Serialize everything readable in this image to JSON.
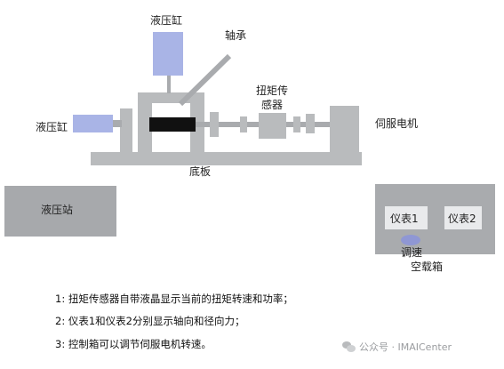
{
  "labels": {
    "cylinder_top": "液压缸",
    "bearing": "轴承",
    "torque_sensor_line1": "扭矩传",
    "torque_sensor_line2": "感器",
    "cylinder_left": "液压缸",
    "servo_motor": "伺服电机",
    "base_plate": "底板",
    "hydraulic_station": "液压站",
    "meter1": "仪表1",
    "meter2": "仪表2",
    "adjust": "调速",
    "control_box": "空载箱"
  },
  "notes": [
    "1:  扭矩传感器自带液晶显示当前的扭矩转速和功率；",
    "2:  仪表1和仪表2分别显示轴向和径向力；",
    "3:  控制箱可以调节伺服电机转速。"
  ],
  "watermark": "公众号 · IMAICenter",
  "colors": {
    "cylinder": "#a9b4e6",
    "frame": "#b9bbbd",
    "dark_shaft": "#111111",
    "knob": "#8f97d4"
  }
}
